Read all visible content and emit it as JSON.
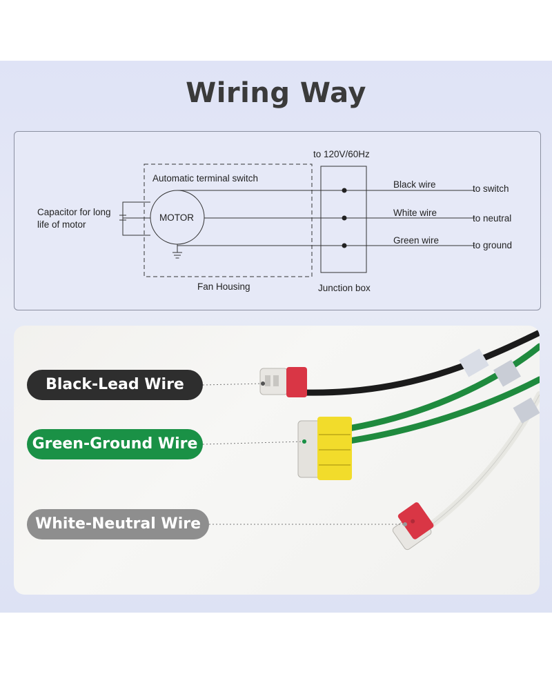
{
  "title": "Wiring Way",
  "diagram": {
    "supply_label": "to 120V/60Hz",
    "switch_label": "Automatic terminal switch",
    "motor_label": "MOTOR",
    "capacitor_label_line1": "Capacitor for long",
    "capacitor_label_line2": "life of motor",
    "fan_housing_label": "Fan Housing",
    "junction_box_label": "Junction box",
    "wires": [
      {
        "name": "Black wire",
        "destination": "to switch"
      },
      {
        "name": "White wire",
        "destination": "to neutral"
      },
      {
        "name": "Green wire",
        "destination": "to ground"
      }
    ]
  },
  "photo": {
    "labels": {
      "black": "Black-Lead Wire",
      "green": "Green-Ground Wire",
      "white": "White-Neutral Wire"
    },
    "colors": {
      "black_pill": "#2e2e2e",
      "green_pill": "#1a9146",
      "white_pill": "#8e8e8e",
      "connector_red": "#d93645",
      "connector_yellow": "#f2dc2b",
      "wire_green": "#1f8a3e"
    }
  }
}
